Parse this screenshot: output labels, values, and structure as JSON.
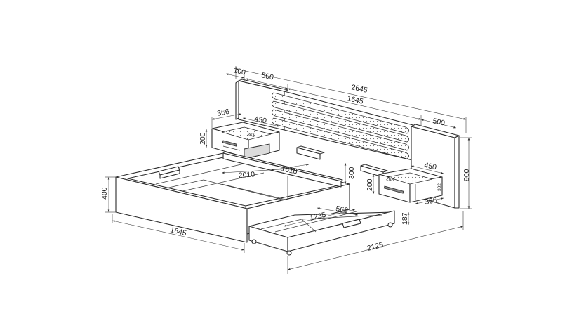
{
  "dimensions": {
    "headboard_total": "2645",
    "headboard_side_left": "500",
    "headboard_side_right": "500",
    "headboard_gap": "100",
    "headboard_cushion": "1645",
    "headboard_height": "900",
    "left_table_depth": "366",
    "left_table_width": "450",
    "left_table_height": "200",
    "left_drawer_inner": "361",
    "right_table_width": "450",
    "right_table_depth": "366",
    "right_table_height": "200",
    "right_drawer_inner_w": "268",
    "right_drawer_inner_h": "302",
    "mattress_length": "2010",
    "mattress_width": "1610",
    "frame_height": "400",
    "headrest_height": "300",
    "bed_width": "1645",
    "bed_length": "2125",
    "drawer_length": "1235",
    "drawer_width": "566",
    "drawer_height": "187"
  }
}
